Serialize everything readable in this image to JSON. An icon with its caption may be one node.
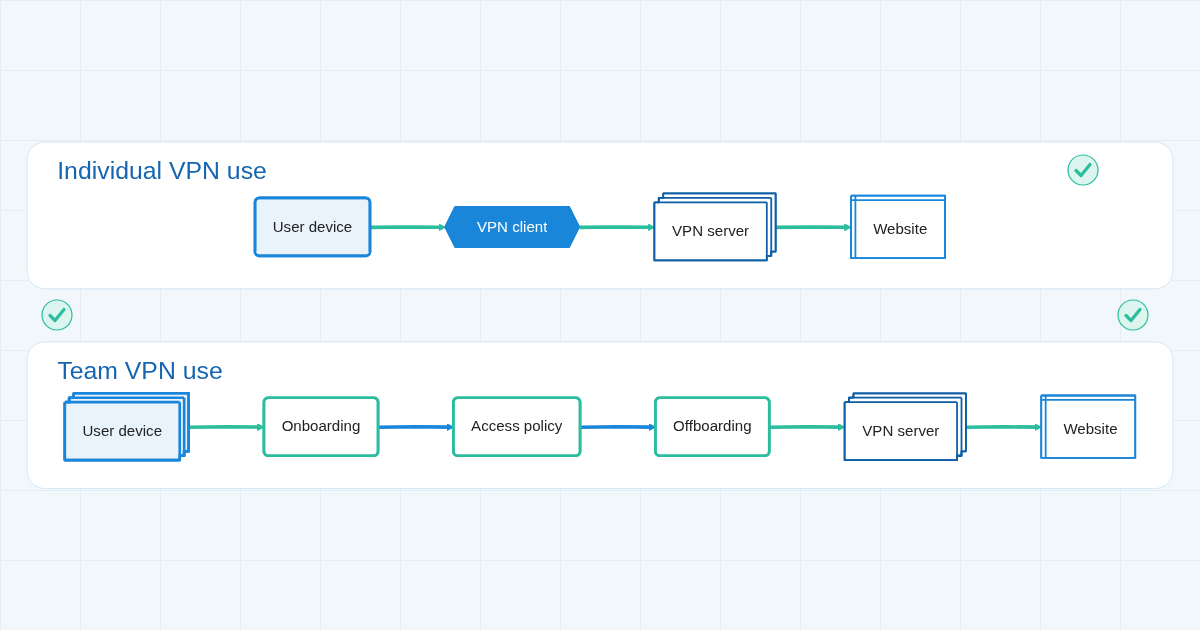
{
  "diagram": {
    "nodes": [
      {
        "text": [
          "Individual VPN use"
        ]
      },
      {
        "text": [
          "User device"
        ],
        "in": 0
      },
      {
        "text": [
          "VPN client"
        ],
        "in": 0
      },
      {
        "text": [
          "VPN server"
        ],
        "in": 0
      },
      {
        "text": [
          "Website"
        ],
        "in": 0
      },
      {
        "text": [
          "Team VPN use"
        ]
      },
      {
        "text": [
          "User device"
        ],
        "in": 5
      },
      {
        "text": [
          "Onboarding"
        ],
        "in": 5
      },
      {
        "text": [
          "Access policy"
        ],
        "in": 5
      },
      {
        "text": [
          "Offboarding"
        ],
        "in": 5
      },
      {
        "text": [
          "VPN server"
        ],
        "in": 5
      },
      {
        "text": [
          "Website"
        ],
        "in": 5
      }
    ],
    "edges": [
      {
        "from": 1,
        "to": 2,
        "arrow": "to"
      },
      {
        "from": 2,
        "to": 3,
        "arrow": "to"
      },
      {
        "from": 3,
        "to": 4,
        "arrow": "to"
      },
      {
        "from": 6,
        "to": 7,
        "arrow": "to"
      },
      {
        "from": 7,
        "to": 8,
        "arrow": "to",
        "color": "#1a86d9"
      },
      {
        "from": 8,
        "to": 9,
        "arrow": "to",
        "color": "#1a86d9"
      },
      {
        "from": 9,
        "to": 10,
        "arrow": "to"
      },
      {
        "from": 10,
        "to": 11,
        "arrow": "to"
      }
    ]
  }
}
